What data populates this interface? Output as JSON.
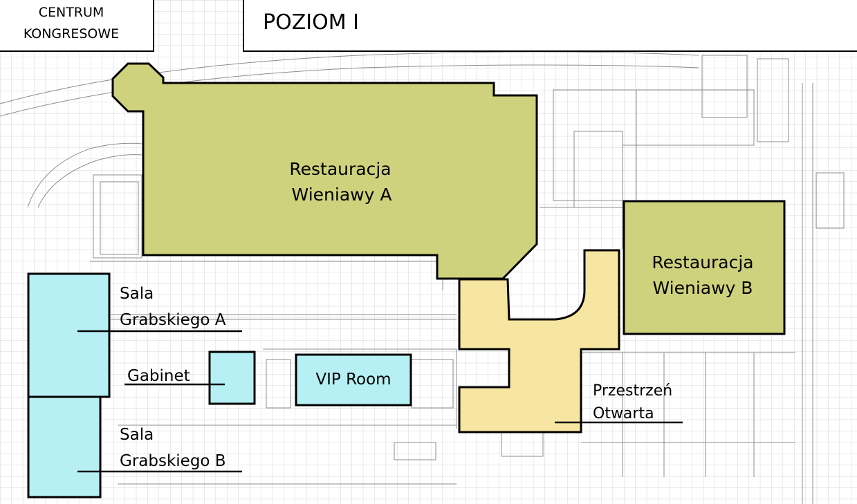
{
  "header": {
    "building_line1": "CENTRUM",
    "building_line2": "KONGRESOWE",
    "level_title": "POZIOM I"
  },
  "colors": {
    "green_room": "#cfd27c",
    "yellow_room": "#f7e6a1",
    "blue_room": "#b6f0f4",
    "outline": "#000000",
    "grid": "#d4d4d4",
    "background_plan": "#8c8c8c"
  },
  "rooms": {
    "restauracja_a": {
      "line1": "Restauracja",
      "line2": "Wieniawy A"
    },
    "restauracja_b": {
      "line1": "Restauracja",
      "line2": "Wieniawy B"
    },
    "przestrzen": {
      "line1": "Przestrzeń",
      "line2": "Otwarta"
    },
    "sala_a": {
      "line1": "Sala",
      "line2": "Grabskiego A"
    },
    "sala_b": {
      "line1": "Sala",
      "line2": "Grabskiego B"
    },
    "gabinet": {
      "label": "Gabinet"
    },
    "vip": {
      "label": "VIP Room"
    }
  }
}
